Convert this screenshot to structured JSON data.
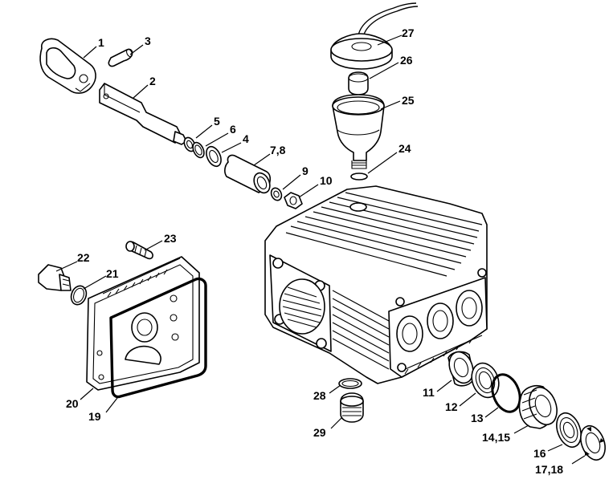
{
  "callouts": {
    "c1": "1",
    "c2": "2",
    "c3": "3",
    "c4": "4",
    "c5": "5",
    "c6": "6",
    "c7_8": "7,8",
    "c9": "9",
    "c10": "10",
    "c11": "11",
    "c12": "12",
    "c13": "13",
    "c14_15": "14,15",
    "c16": "16",
    "c17_18": "17,18",
    "c19": "19",
    "c20": "20",
    "c21": "21",
    "c22": "22",
    "c23": "23",
    "c24": "24",
    "c25": "25",
    "c26": "26",
    "c27": "27",
    "c28": "28",
    "c29": "29"
  },
  "colors": {
    "line": "#000000",
    "paper": "#ffffff"
  }
}
